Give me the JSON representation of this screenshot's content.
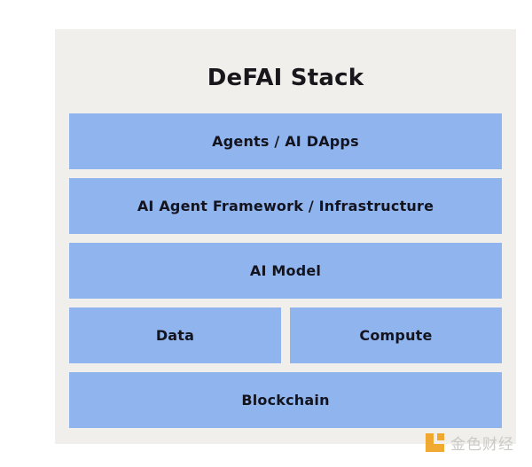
{
  "diagram": {
    "title": "DeFAI Stack",
    "background_color": "#f0efeb",
    "box_color": "#90b5ee",
    "text_color": "#14141f",
    "rows": [
      {
        "boxes": [
          {
            "label": "Agents / AI DApps"
          }
        ]
      },
      {
        "boxes": [
          {
            "label": "AI Agent Framework / Infrastructure"
          }
        ]
      },
      {
        "boxes": [
          {
            "label": "AI Model"
          }
        ]
      },
      {
        "boxes": [
          {
            "label": "Data"
          },
          {
            "label": "Compute"
          }
        ]
      },
      {
        "boxes": [
          {
            "label": "Blockchain"
          }
        ]
      }
    ]
  },
  "watermark": {
    "text": "金色财经",
    "logo_color": "#f0a526"
  }
}
